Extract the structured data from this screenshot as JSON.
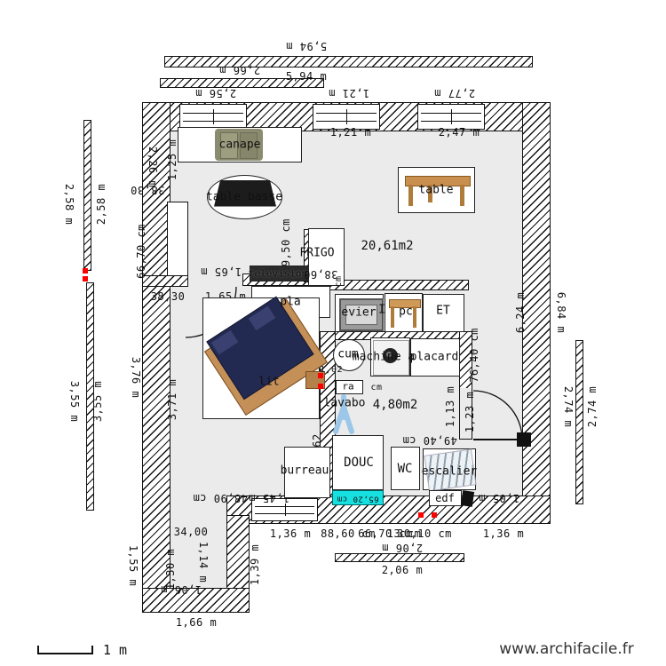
{
  "watermark": "www.archifacile.fr",
  "scale": {
    "label": "1 m"
  },
  "areas": {
    "main": "20,61m2",
    "bath": "4,80m2"
  },
  "colors": {
    "accent_red": "#ff0000",
    "window_cyan": "#17e0e0",
    "floor": "#ebebeb"
  },
  "furniture": {
    "canape": "canape",
    "table_basse": "table basse",
    "table": "table",
    "frigo": "FRIGO",
    "television": "television",
    "pla": "pla",
    "evier": "evier",
    "fragment_i": "I",
    "pc": "pc",
    "et": "ET",
    "cum": "cum",
    "machine": "machine a",
    "placard": "placard",
    "lit": "lit",
    "ra": "ra",
    "lavabo": "lavabo",
    "douche": "DOUC",
    "wc": "WC",
    "escalier": "escalier",
    "burreau": "burreau",
    "edf": "edf"
  },
  "dim": {
    "d1": "5,94 m",
    "d2": "5,94 m",
    "d3": "2,66 m",
    "d4": "2,56 m",
    "d5": "1,21 m",
    "d6": "2,77 m",
    "d7": "1,21 m",
    "d8": "2,47 m",
    "d9": "2,58 m",
    "d10": "2,58 m",
    "d11": "2,26 m",
    "d12": "1,25 m",
    "d13": "38,30",
    "d14": "66,70 cm",
    "d15": "38,30",
    "d16": "1,65 m",
    "d17": "1,65 m",
    "d18": "3,76 m",
    "d19": "3,55 m",
    "d20": "3,55 m",
    "d21": "3,71 m",
    "d22": "1,55 m",
    "d23": "1,30 m",
    "d24": "34,00",
    "d25": "1,14 m",
    "d26": "1,06 m",
    "d27": "1,66 m",
    "d28": "1,39 m",
    "d29": "48,90 cm",
    "d30": "1,45 m",
    "d31": "1,36 m",
    "d32": "88,60 cm",
    "d33": "66,70 cm",
    "d34": "13 cm",
    "d35": "30,10 cm",
    "d36": "1,36 m",
    "d37": "2,06 m",
    "d38": "2,06 m",
    "d39": "6,24 m",
    "d40": "6,84 m",
    "d41": "2,74 m",
    "d42": "2,74 m",
    "d43": "76,40 cm",
    "d44": "1,13 m",
    "d45": "1,23 m",
    "d46": "49,40 cm",
    "d47": "1,05 m",
    "d48": "79,50 cm",
    "d49": "38,60",
    "d50": "cm",
    "d51": "62",
    "d52": "1,02",
    "d53": "cm",
    "d54": "65,20 cm"
  }
}
